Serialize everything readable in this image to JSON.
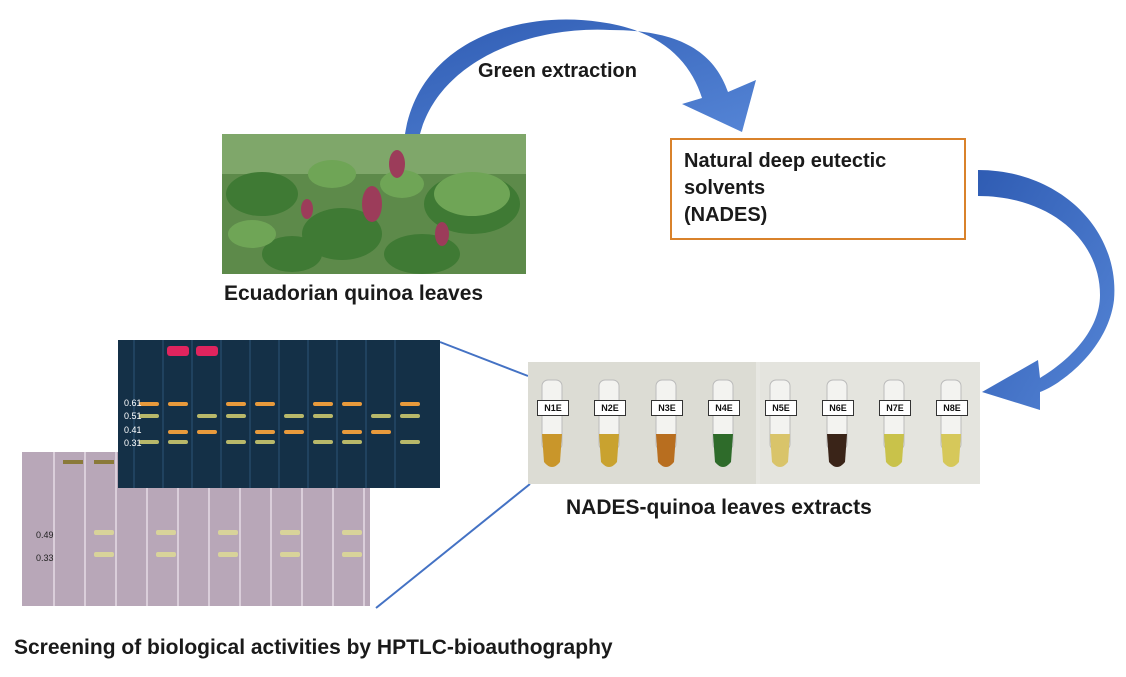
{
  "labels": {
    "green_extraction": "Green extraction",
    "quinoa_leaves": "Ecuadorian quinoa leaves",
    "extracts": "NADES-quinoa leaves extracts",
    "screening": "Screening of biological activities by HPTLC-bioauthography"
  },
  "nades_box": {
    "line1": "Natural deep eutectic",
    "line2": "solvents",
    "line3": "(NADES)"
  },
  "tubes": [
    "N1E",
    "N2E",
    "N3E",
    "N4E",
    "N5E",
    "N6E",
    "N7E",
    "N8E"
  ],
  "blue_plate_rf": [
    "0.61",
    "0.51",
    "0.41",
    "0.31"
  ],
  "pink_plate_rf": [
    "0.49",
    "0.33"
  ],
  "colors": {
    "arrow": "#4472c4",
    "box_border": "#d9822b"
  }
}
